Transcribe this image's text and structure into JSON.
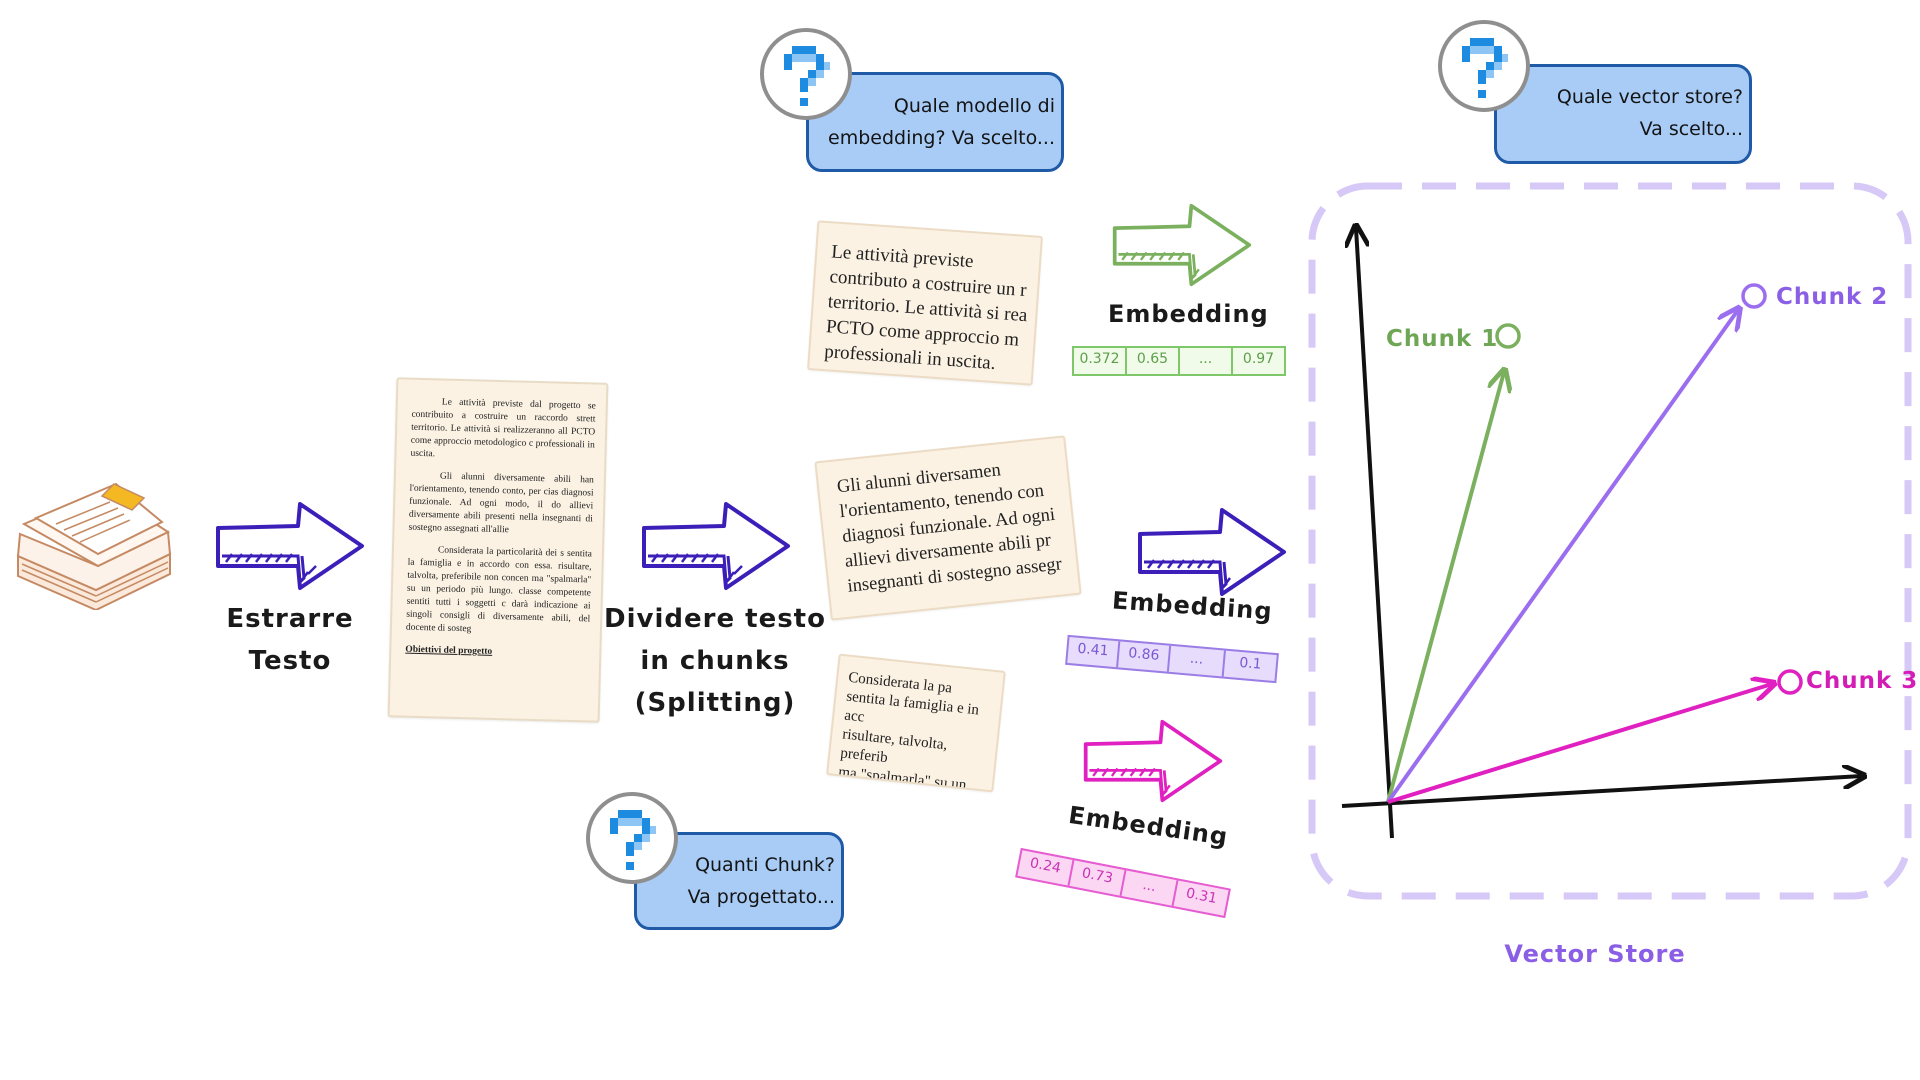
{
  "steps": {
    "extract_label": [
      "Estrarre",
      "Testo"
    ],
    "split_label": [
      "Dividere testo",
      "in chunks",
      "(Splitting)"
    ]
  },
  "document_page": {
    "paragraph_1": "Le attività previste dal progetto se contribuito a costruire un raccordo strett territorio. Le attività si realizzeranno all PCTO come approccio metodologico c professionali in uscita.",
    "paragraph_2": "Gli alunni diversamente abili han l'orientamento, tenendo conto, per cias diagnosi funzionale. Ad ogni modo, il do allievi diversamente abili presenti nella insegnanti di sostegno assegnati all'allie",
    "paragraph_3": "Considerata la particolarità dei s sentita la famiglia e in accordo con essa. risultare, talvolta, preferibile non concen ma \"spalmarla\" su un periodo più lungo. classe competente sentiti tutti i soggetti c darà indicazione ai singoli consigli di diversamente abili, del docente di sosteg",
    "section_title": "Obiettivi del progetto"
  },
  "chunks": [
    "Le attività previste\ncontributo a costruire un r\nterritorio. Le attività si rea\nPCTO come approccio m\nprofessionali in uscita.",
    "Gli alunni diversamen\nl'orientamento, tenendo con\ndiagnosi funzionale. Ad ogni\nallievi diversamente abili pr\ninsegnanti di sostegno assegr",
    "Considerata la pa\nsentita la famiglia e in acc\nrisultare, talvolta, preferib\nma \"spalmarla\" su un per\nclasse competente sentiti"
  ],
  "embedding_label": "Embedding",
  "vectors": [
    [
      "0.372",
      "0.65",
      "...",
      "0.97"
    ],
    [
      "0.41",
      "0.86",
      "...",
      "0.1"
    ],
    [
      "0.24",
      "0.73",
      "...",
      "0.31"
    ]
  ],
  "questions": {
    "embedding_model": [
      "Quale modello di",
      "embedding? Va scelto..."
    ],
    "vector_store": [
      "Quale vector store?",
      "Va scelto..."
    ],
    "chunk_count": [
      "Quanti Chunk?",
      "Va progettato..."
    ]
  },
  "vector_store": {
    "label": "Vector Store",
    "points": [
      "Chunk 1",
      "Chunk 2",
      "Chunk 3"
    ]
  },
  "colors": {
    "arrow_main": "#3b1fb8",
    "green": "#7bb05f",
    "purple": "#9b6ef0",
    "pink": "#e020c0",
    "store_border": "#d6c8f7",
    "bubble_fill": "#a8ccf6",
    "bubble_border": "#1f5aa6",
    "question_mark": "#1d8be0"
  }
}
